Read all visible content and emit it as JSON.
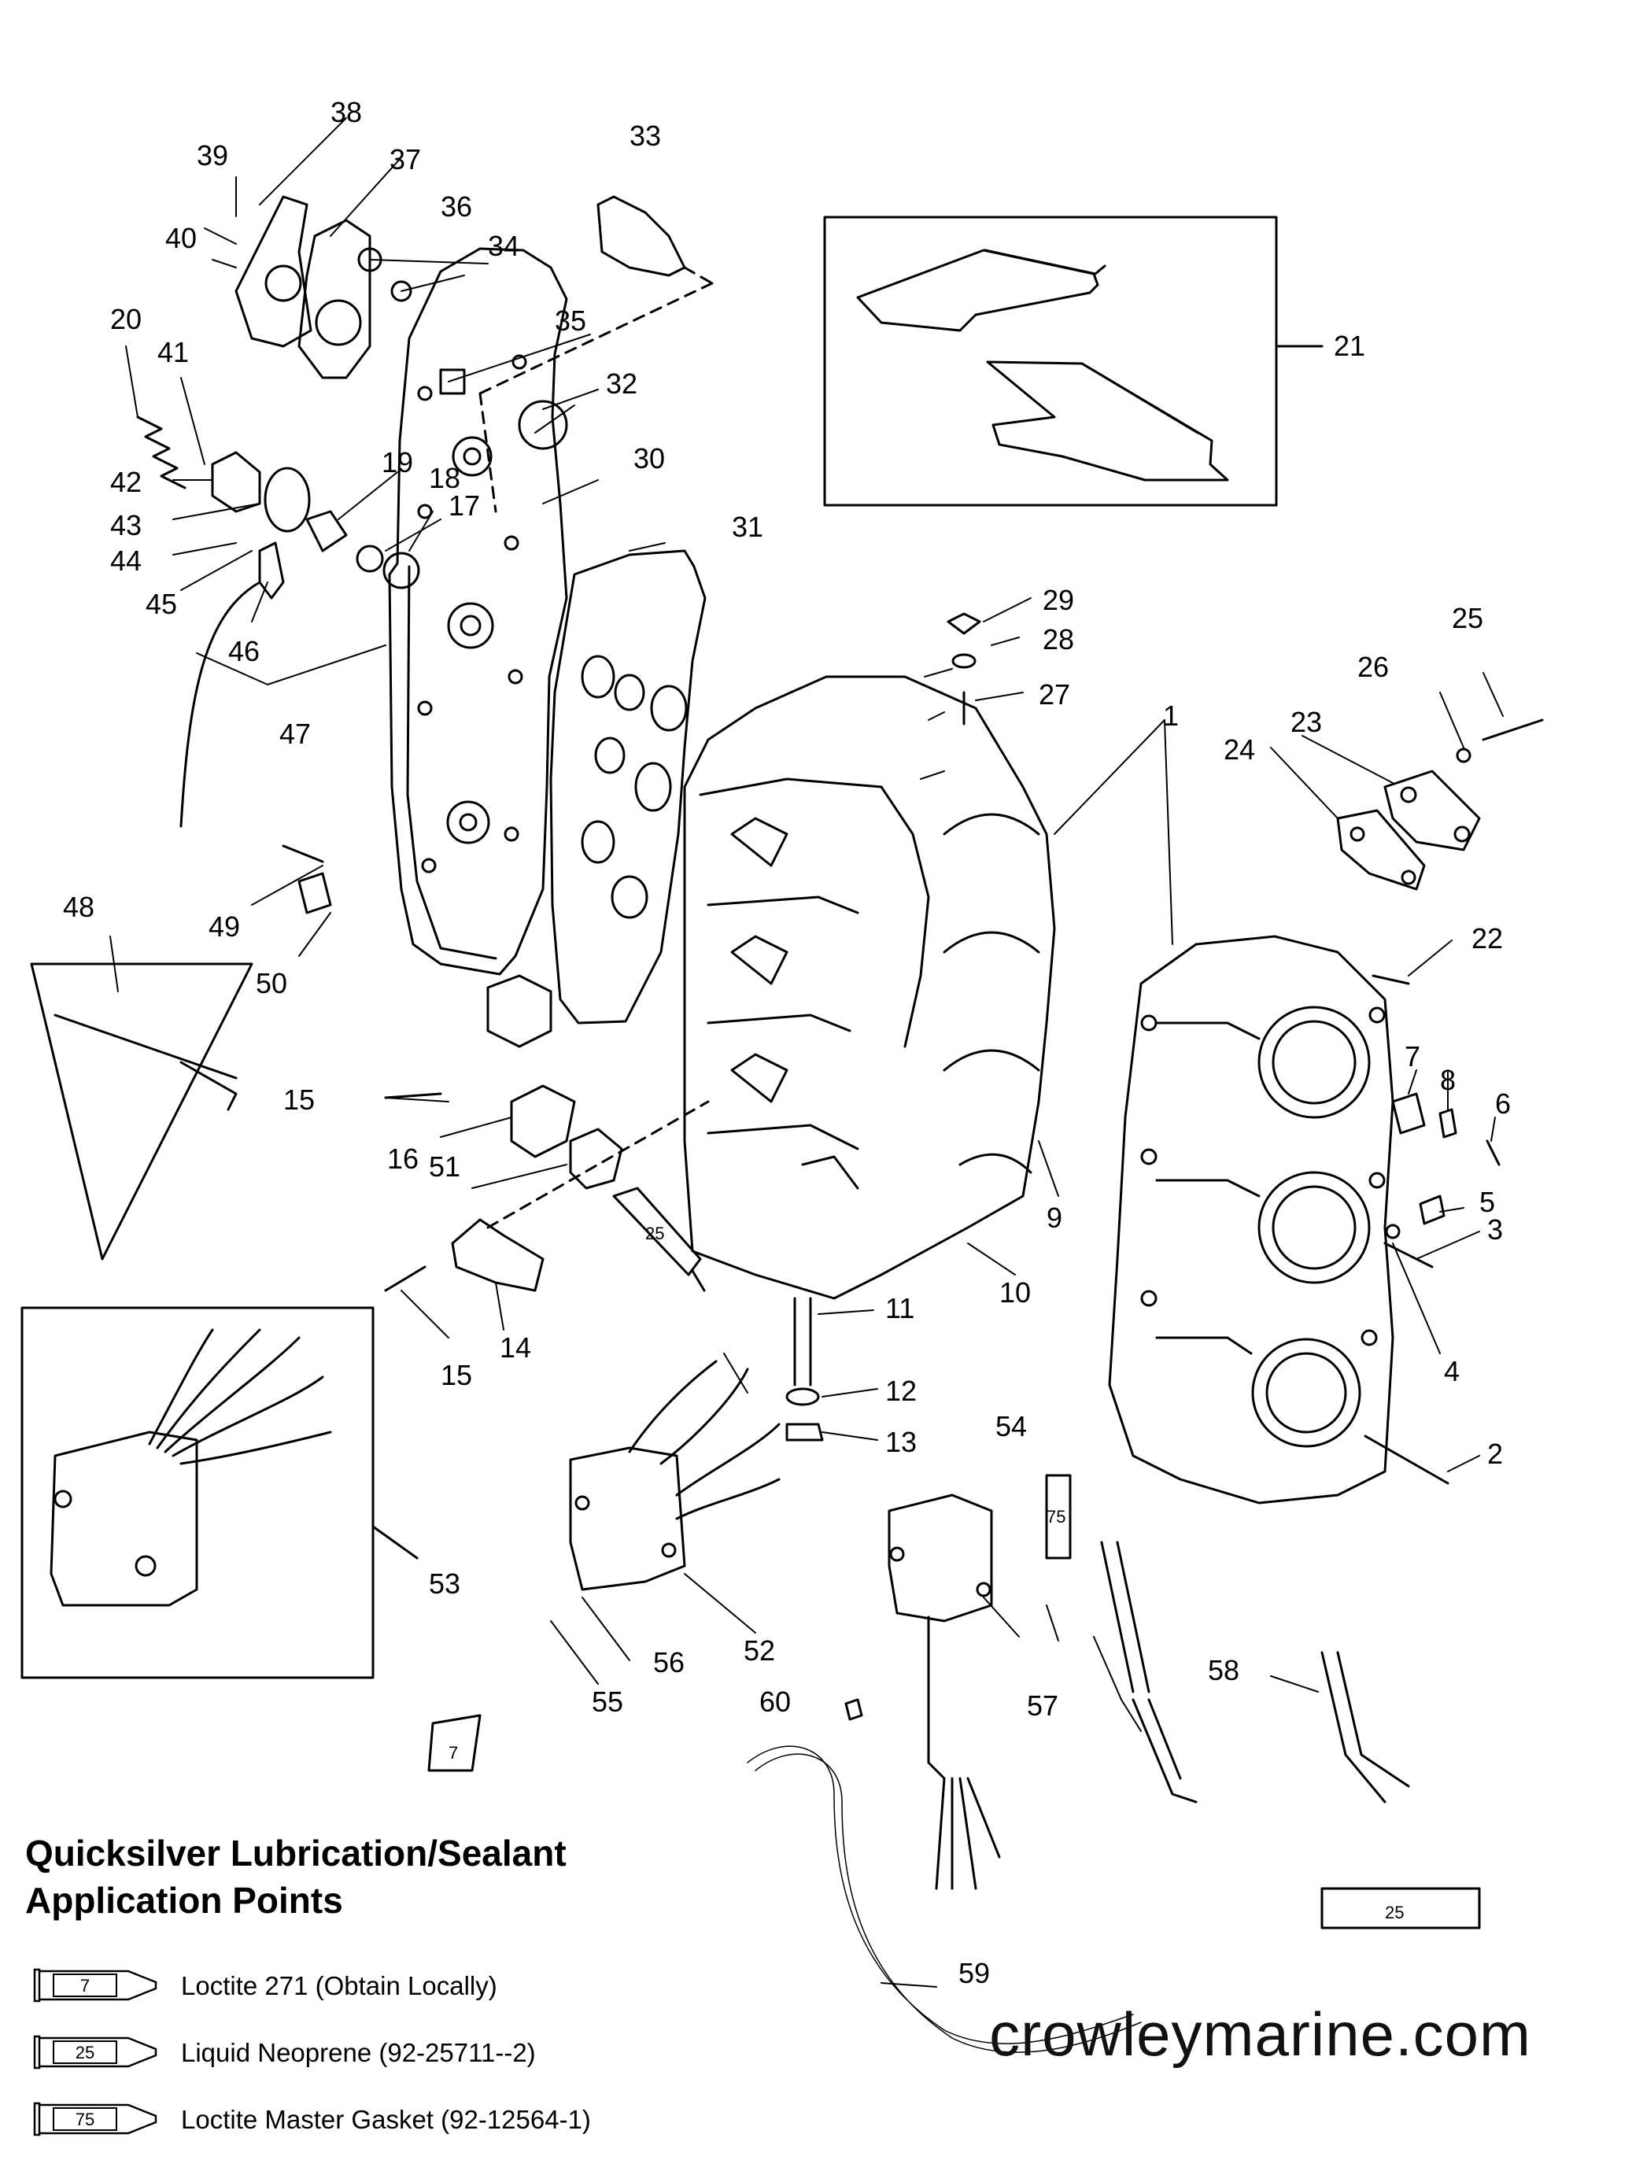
{
  "callouts": [
    "1",
    "2",
    "3",
    "4",
    "5",
    "6",
    "7",
    "8",
    "9",
    "10",
    "11",
    "12",
    "13",
    "14",
    "15",
    "15",
    "16",
    "17",
    "18",
    "19",
    "20",
    "21",
    "22",
    "23",
    "24",
    "25",
    "26",
    "27",
    "28",
    "29",
    "30",
    "31",
    "32",
    "33",
    "34",
    "35",
    "36",
    "37",
    "38",
    "39",
    "40",
    "41",
    "42",
    "43",
    "44",
    "45",
    "46",
    "47",
    "48",
    "49",
    "50",
    "51",
    "52",
    "53",
    "54",
    "55",
    "56",
    "57",
    "58",
    "59",
    "60"
  ],
  "tube_labels": [
    "25",
    "75",
    "7",
    "25"
  ],
  "legend": {
    "title_line1": "Quicksilver Lubrication/Sealant",
    "title_line2": "Application Points",
    "items": [
      {
        "code": "7",
        "text": "Loctite 271 (Obtain Locally)"
      },
      {
        "code": "25",
        "text": "Liquid Neoprene (92-25711--2)"
      },
      {
        "code": "75",
        "text": "Loctite Master Gasket (92-12564-1)"
      }
    ]
  },
  "watermark": "crowleymarine.com"
}
